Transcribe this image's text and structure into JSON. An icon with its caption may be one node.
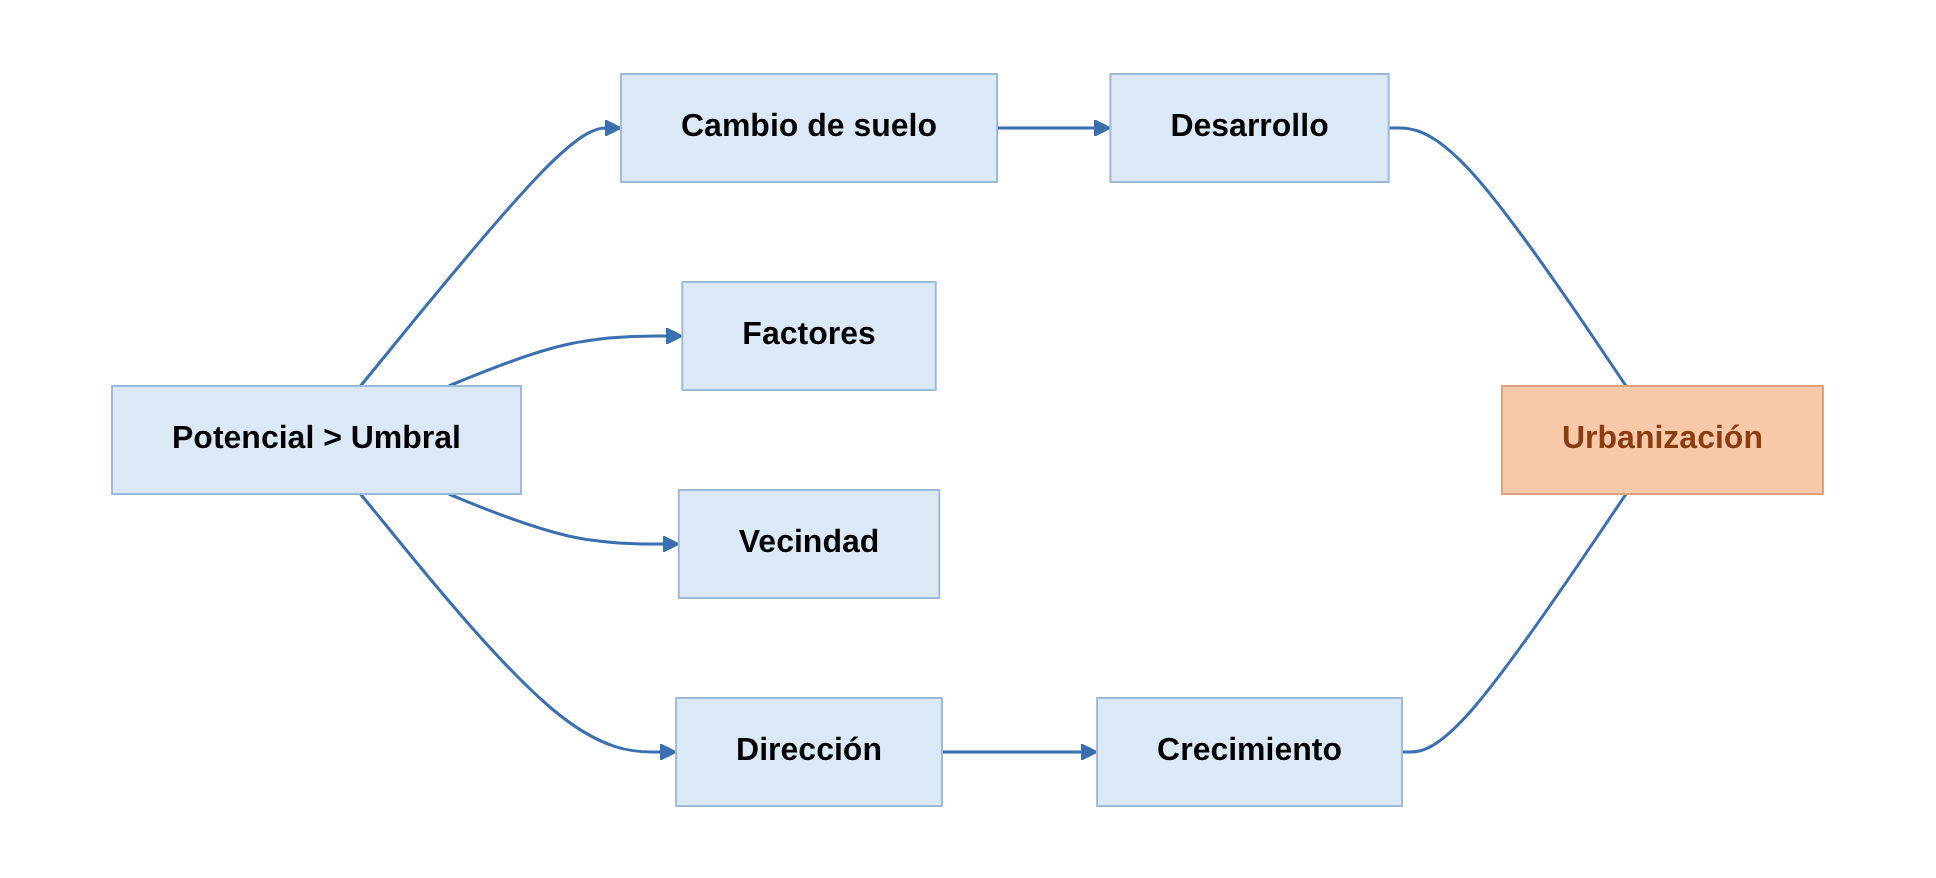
{
  "diagram": {
    "nodes": [
      {
        "text": [
          "Potencial > Umbral"
        ]
      },
      {
        "text": [
          "Cambio de suelo"
        ]
      },
      {
        "text": [
          "Factores"
        ]
      },
      {
        "text": [
          "Vecindad"
        ]
      },
      {
        "text": [
          "Desarrollo"
        ]
      },
      {
        "text": [
          "Dirección"
        ]
      },
      {
        "text": [
          "Crecimiento"
        ]
      },
      {
        "text": [
          "Urbanización"
        ]
      }
    ],
    "edges": [
      {
        "from": 0,
        "to": 1,
        "arrow": "to"
      },
      {
        "from": 0,
        "to": 2,
        "arrow": "to"
      },
      {
        "from": 0,
        "to": 3,
        "arrow": "to"
      },
      {
        "from": 0,
        "to": 5,
        "arrow": "to"
      },
      {
        "from": 1,
        "to": 4,
        "arrow": "to"
      },
      {
        "from": 5,
        "to": 6,
        "arrow": "to"
      },
      {
        "from": 4,
        "to": 7,
        "arrow": "none"
      },
      {
        "from": 6,
        "to": 7,
        "arrow": "none"
      }
    ]
  }
}
